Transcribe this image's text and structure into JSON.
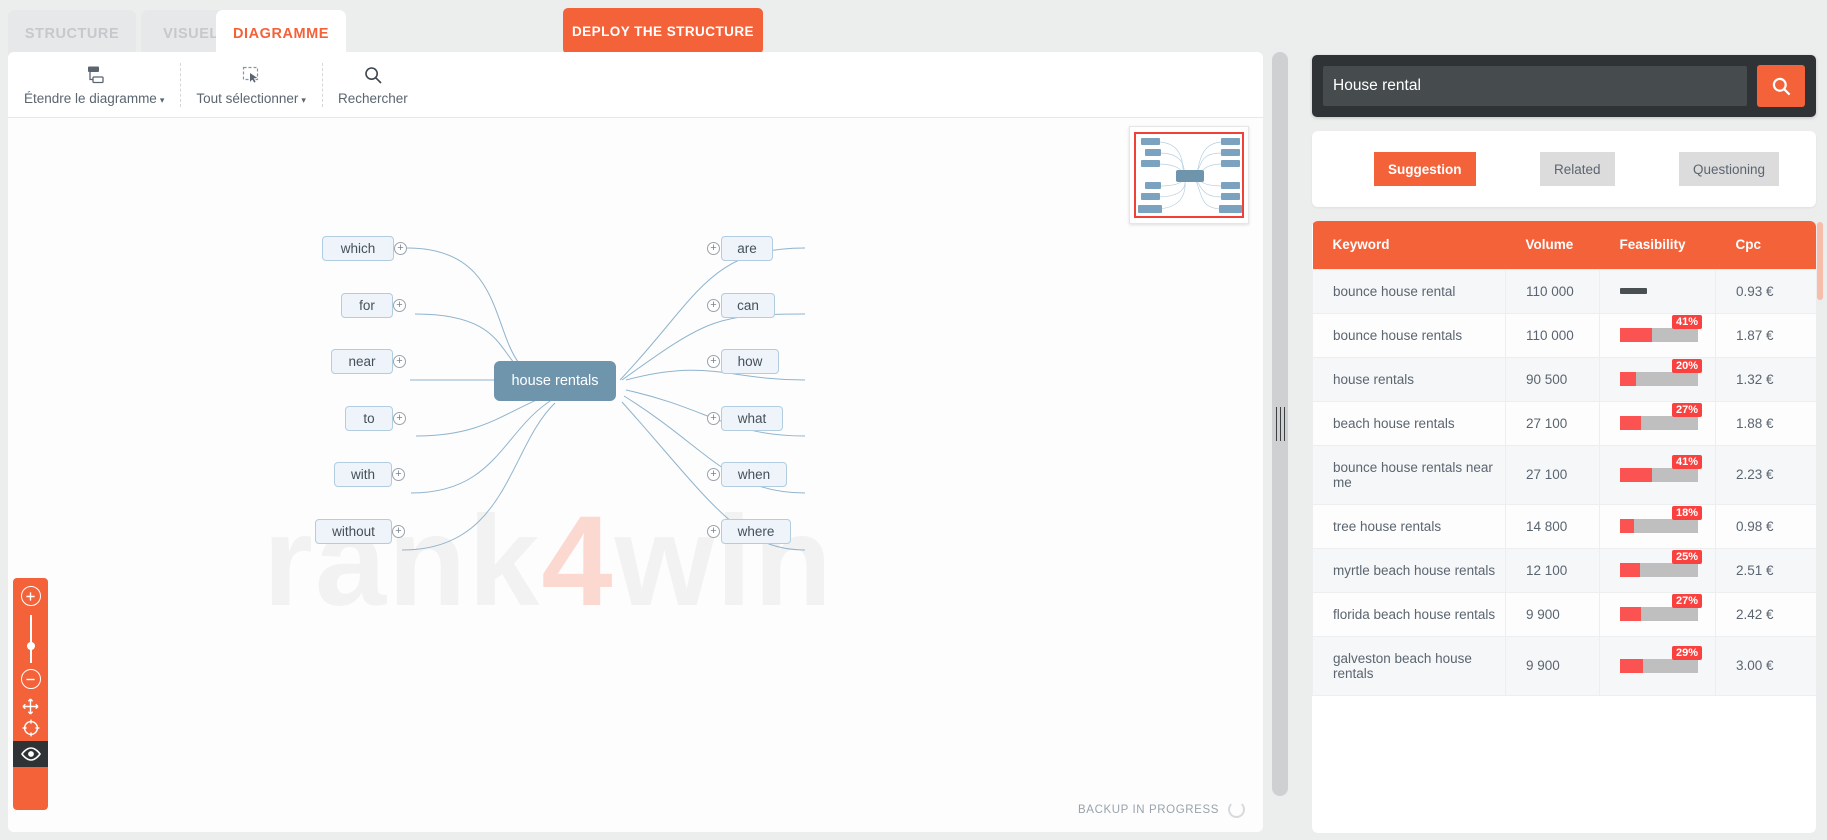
{
  "tabs": [
    {
      "id": "structure",
      "label": "STRUCTURE",
      "active": false
    },
    {
      "id": "visuel",
      "label": "VISUEL",
      "active": false
    },
    {
      "id": "diagramme",
      "label": "DIAGRAMME",
      "active": true
    }
  ],
  "header": {
    "deploy_label": "DEPLOY THE STRUCTURE",
    "accent_color": "#f4623a"
  },
  "toolbar": {
    "items": [
      {
        "icon": "expand-diagram-icon",
        "label": "Étendre le diagramme",
        "caret": "▾"
      },
      {
        "icon": "select-all-icon",
        "label": "Tout sélectionner",
        "caret": "▾"
      },
      {
        "icon": "search-icon",
        "label": "Rechercher",
        "caret": ""
      }
    ]
  },
  "canvas": {
    "watermark_left": "rank",
    "watermark_4": "4",
    "watermark_right": "win",
    "center_node": "house rentals",
    "left_nodes": [
      {
        "label": "which"
      },
      {
        "label": "for"
      },
      {
        "label": "near"
      },
      {
        "label": "to"
      },
      {
        "label": "with"
      },
      {
        "label": "without"
      }
    ],
    "right_nodes": [
      {
        "label": "are"
      },
      {
        "label": "can"
      },
      {
        "label": "how"
      },
      {
        "label": "what"
      },
      {
        "label": "when"
      },
      {
        "label": "where"
      }
    ],
    "backup_status": "BACKUP IN PROGRESS",
    "node_fill": "#eef4f9",
    "node_border": "#b2cde0",
    "center_fill": "#6f95ad"
  },
  "zoom_rail": {
    "zoom_in": "⊕",
    "zoom_out": "⊖",
    "pan_icon": "move-icon",
    "recenter_icon": "target-icon",
    "visibility_icon": "eye-icon",
    "slider_value": 38
  },
  "search": {
    "value": "House rental",
    "placeholder": "House rental",
    "button_icon": "search-icon"
  },
  "modes": [
    {
      "id": "suggestion",
      "label": "Suggestion",
      "active": true
    },
    {
      "id": "related",
      "label": "Related",
      "active": false
    },
    {
      "id": "questioning",
      "label": "Questioning",
      "active": false
    }
  ],
  "table": {
    "columns": [
      "Keyword",
      "Volume",
      "Feasibility",
      "Cpc"
    ],
    "rows": [
      {
        "keyword": "bounce house rental",
        "volume": "110 000",
        "feasibility": null,
        "feasibility_label": "",
        "cpc": "0.93 €"
      },
      {
        "keyword": "bounce house rentals",
        "volume": "110 000",
        "feasibility": 41,
        "feasibility_label": "41%",
        "cpc": "1.87 €"
      },
      {
        "keyword": "house rentals",
        "volume": "90 500",
        "feasibility": 20,
        "feasibility_label": "20%",
        "cpc": "1.32 €"
      },
      {
        "keyword": "beach house rentals",
        "volume": "27 100",
        "feasibility": 27,
        "feasibility_label": "27%",
        "cpc": "1.88 €"
      },
      {
        "keyword": "bounce house rentals near me",
        "volume": "27 100",
        "feasibility": 41,
        "feasibility_label": "41%",
        "cpc": "2.23 €"
      },
      {
        "keyword": "tree house rentals",
        "volume": "14 800",
        "feasibility": 18,
        "feasibility_label": "18%",
        "cpc": "0.98 €"
      },
      {
        "keyword": "myrtle beach house rentals",
        "volume": "12 100",
        "feasibility": 25,
        "feasibility_label": "25%",
        "cpc": "2.51 €"
      },
      {
        "keyword": "florida beach house rentals",
        "volume": "9 900",
        "feasibility": 27,
        "feasibility_label": "27%",
        "cpc": "2.42 €"
      },
      {
        "keyword": "galveston beach house rentals",
        "volume": "9 900",
        "feasibility": 29,
        "feasibility_label": "29%",
        "cpc": "3.00 €"
      }
    ]
  }
}
